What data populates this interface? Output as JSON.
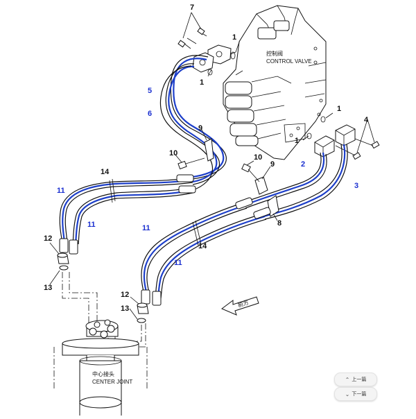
{
  "labels": {
    "control_valve_cn": "控制阀",
    "control_valve_en": "CONTROL VALVE",
    "center_joint_cn": "中心接头",
    "center_joint_en": "CENTER JOINT",
    "front_arrow": "前方"
  },
  "callouts": {
    "c1a": "1",
    "c1b": "1",
    "c1c": "1",
    "c1d": "1",
    "c2": "2",
    "c3": "3",
    "c4": "4",
    "c5": "5",
    "c6": "6",
    "c7": "7",
    "c8": "8",
    "c9a": "9",
    "c9b": "9",
    "c10a": "10",
    "c10b": "10",
    "c11a": "11",
    "c11b": "11",
    "c11c": "11",
    "c11d": "11",
    "c12a": "12",
    "c12b": "12",
    "c13a": "13",
    "c13b": "13",
    "c14a": "14",
    "c14b": "14"
  },
  "nav": {
    "prev_label": "上一篇",
    "next_label": "下一篇"
  },
  "colors": {
    "callout_blue": "#1a2fd0",
    "hose_blue": "#1c3ec9"
  }
}
